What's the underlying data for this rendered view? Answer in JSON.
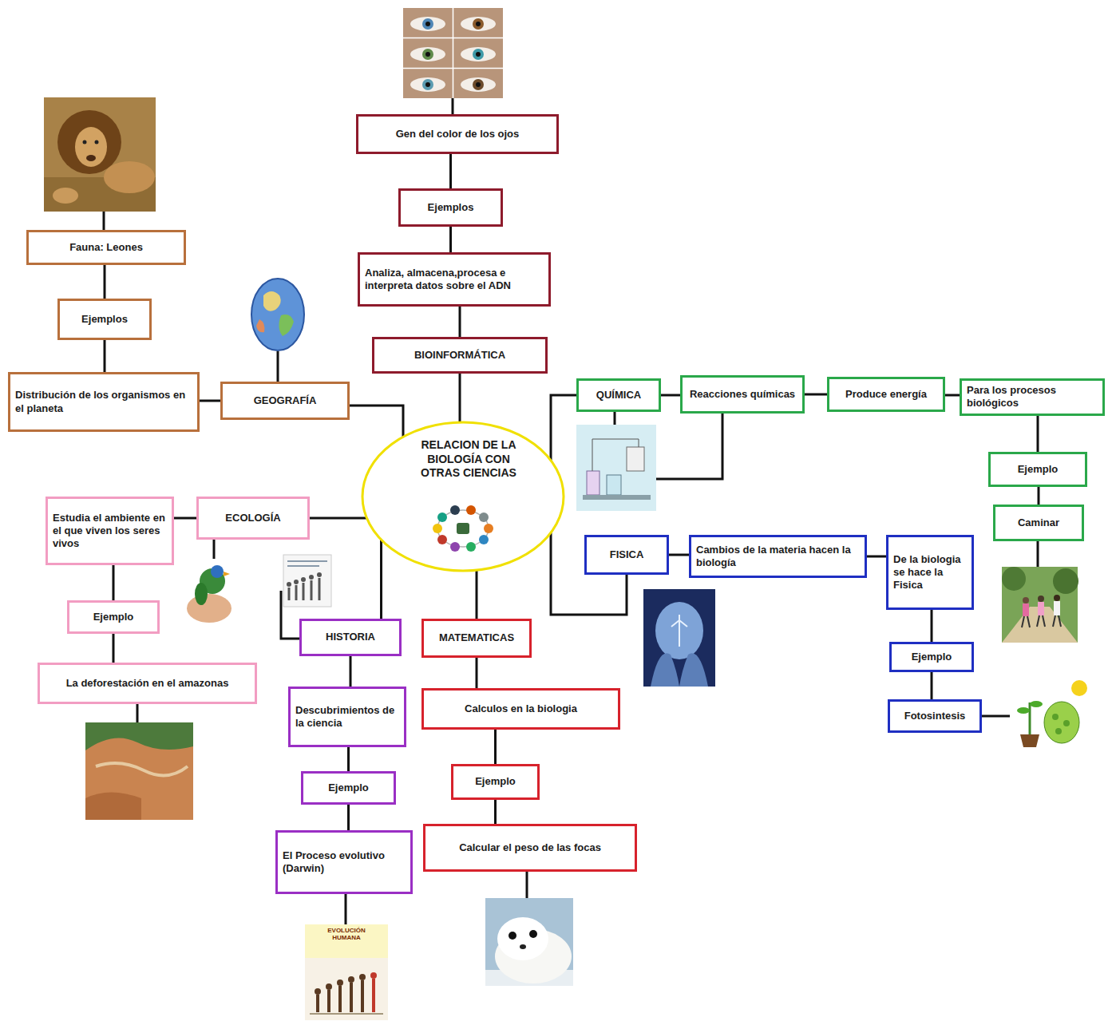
{
  "diagram": {
    "nodes": [
      {
        "text": [
          "RELACION DE LA BIOLOGÍA CON OTRAS CIENCIAS"
        ]
      },
      {
        "text": [
          "BIOINFORMÁTICA"
        ]
      },
      {
        "text": [
          "Analiza, almacena,procesa e interpreta datos sobre el ADN"
        ]
      },
      {
        "text": [
          "Ejemplos"
        ]
      },
      {
        "text": [
          "Gen del color de los ojos"
        ]
      },
      {
        "text": [
          "GEOGRAFÍA"
        ]
      },
      {
        "text": [
          "Distribución de los organismos en el planeta"
        ]
      },
      {
        "text": [
          "Ejemplos"
        ]
      },
      {
        "text": [
          "Fauna: Leones"
        ]
      },
      {
        "text": [
          "QUÍMICA"
        ]
      },
      {
        "text": [
          "Reacciones químicas"
        ]
      },
      {
        "text": [
          "Produce energía"
        ]
      },
      {
        "text": [
          "Para los procesos biológicos"
        ]
      },
      {
        "text": [
          "Ejemplo"
        ]
      },
      {
        "text": [
          "Caminar"
        ]
      },
      {
        "text": [
          "ECOLOGÍA"
        ]
      },
      {
        "text": [
          "Estudia el ambiente en el que viven los seres vivos"
        ]
      },
      {
        "text": [
          "Ejemplo"
        ]
      },
      {
        "text": [
          "La deforestación en el amazonas"
        ]
      },
      {
        "text": [
          "FISICA"
        ]
      },
      {
        "text": [
          "Cambios de la materia hacen la biología"
        ]
      },
      {
        "text": [
          "De la biologia se hace la Fisica"
        ]
      },
      {
        "text": [
          "Ejemplo"
        ]
      },
      {
        "text": [
          "Fotosintesis"
        ]
      },
      {
        "text": [
          "HISTORIA"
        ]
      },
      {
        "text": [
          "Descubrimientos de la ciencia"
        ]
      },
      {
        "text": [
          "Ejemplo"
        ]
      },
      {
        "text": [
          "El Proceso evolutivo (Darwin)"
        ]
      },
      {
        "text": [
          "MATEMATICAS"
        ]
      },
      {
        "text": [
          "Calculos en la biologia"
        ]
      },
      {
        "text": [
          "Ejemplo"
        ]
      },
      {
        "text": [
          "Calcular el peso de las focas"
        ]
      }
    ],
    "edges": [
      {
        "from": 0,
        "to": 1,
        "arrow": "none"
      },
      {
        "from": 1,
        "to": 2,
        "arrow": "none"
      },
      {
        "from": 2,
        "to": 3,
        "arrow": "none"
      },
      {
        "from": 3,
        "to": 4,
        "arrow": "none"
      },
      {
        "from": 0,
        "to": 5,
        "arrow": "none"
      },
      {
        "from": 5,
        "to": 6,
        "arrow": "none"
      },
      {
        "from": 6,
        "to": 7,
        "arrow": "none"
      },
      {
        "from": 7,
        "to": 8,
        "arrow": "none"
      },
      {
        "from": 0,
        "to": 9,
        "arrow": "none"
      },
      {
        "from": 9,
        "to": 10,
        "arrow": "none"
      },
      {
        "from": 10,
        "to": 11,
        "arrow": "none"
      },
      {
        "from": 11,
        "to": 12,
        "arrow": "none"
      },
      {
        "from": 12,
        "to": 13,
        "arrow": "none"
      },
      {
        "from": 13,
        "to": 14,
        "arrow": "none"
      },
      {
        "from": 0,
        "to": 15,
        "arrow": "none"
      },
      {
        "from": 15,
        "to": 16,
        "arrow": "none"
      },
      {
        "from": 16,
        "to": 17,
        "arrow": "none"
      },
      {
        "from": 17,
        "to": 18,
        "arrow": "none"
      },
      {
        "from": 0,
        "to": 19,
        "arrow": "none"
      },
      {
        "from": 19,
        "to": 20,
        "arrow": "none"
      },
      {
        "from": 20,
        "to": 21,
        "arrow": "none"
      },
      {
        "from": 21,
        "to": 22,
        "arrow": "none"
      },
      {
        "from": 22,
        "to": 23,
        "arrow": "none"
      },
      {
        "from": 0,
        "to": 24,
        "arrow": "none"
      },
      {
        "from": 24,
        "to": 25,
        "arrow": "none"
      },
      {
        "from": 25,
        "to": 26,
        "arrow": "none"
      },
      {
        "from": 26,
        "to": 27,
        "arrow": "none"
      },
      {
        "from": 0,
        "to": 28,
        "arrow": "none"
      },
      {
        "from": 28,
        "to": 29,
        "arrow": "none"
      },
      {
        "from": 29,
        "to": 30,
        "arrow": "none"
      },
      {
        "from": 30,
        "to": 31,
        "arrow": "none"
      }
    ],
    "labels": [
      "EVOLUCIÓN HUMANA"
    ]
  }
}
